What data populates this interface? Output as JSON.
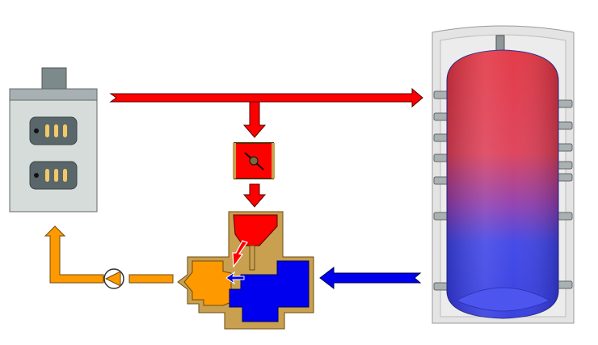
{
  "diagram": {
    "colors": {
      "hot": "#ff0000",
      "cold": "#0000ee",
      "mixed": "#ff9900",
      "valve_body": "#c8a050",
      "boiler_body": "#d5dcda",
      "tank_insulation": "#e4e4e4",
      "tank_hot": "#e83a47",
      "tank_cold": "#3c42e6"
    },
    "components": {
      "boiler": {
        "icon": "boiler-icon",
        "panel_lights": 3,
        "panel_count": 2
      },
      "tank": {
        "icon": "storage-tank-icon",
        "left_ports": 7,
        "right_ports": 7
      },
      "damper": {
        "icon": "butterfly-valve-icon"
      },
      "mixing_valve": {
        "icon": "three-way-mixing-valve-icon"
      },
      "pump": {
        "icon": "circulation-pump-icon"
      }
    },
    "flows": [
      {
        "name": "hot-supply",
        "from": "boiler",
        "to": "tank",
        "color": "hot"
      },
      {
        "name": "hot-branch",
        "from": "hot-supply",
        "to": "mixing_valve",
        "color": "hot"
      },
      {
        "name": "cold-return",
        "from": "tank",
        "to": "mixing_valve",
        "color": "cold"
      },
      {
        "name": "mixed-return",
        "from": "mixing_valve",
        "to": "boiler",
        "color": "mixed"
      }
    ]
  }
}
